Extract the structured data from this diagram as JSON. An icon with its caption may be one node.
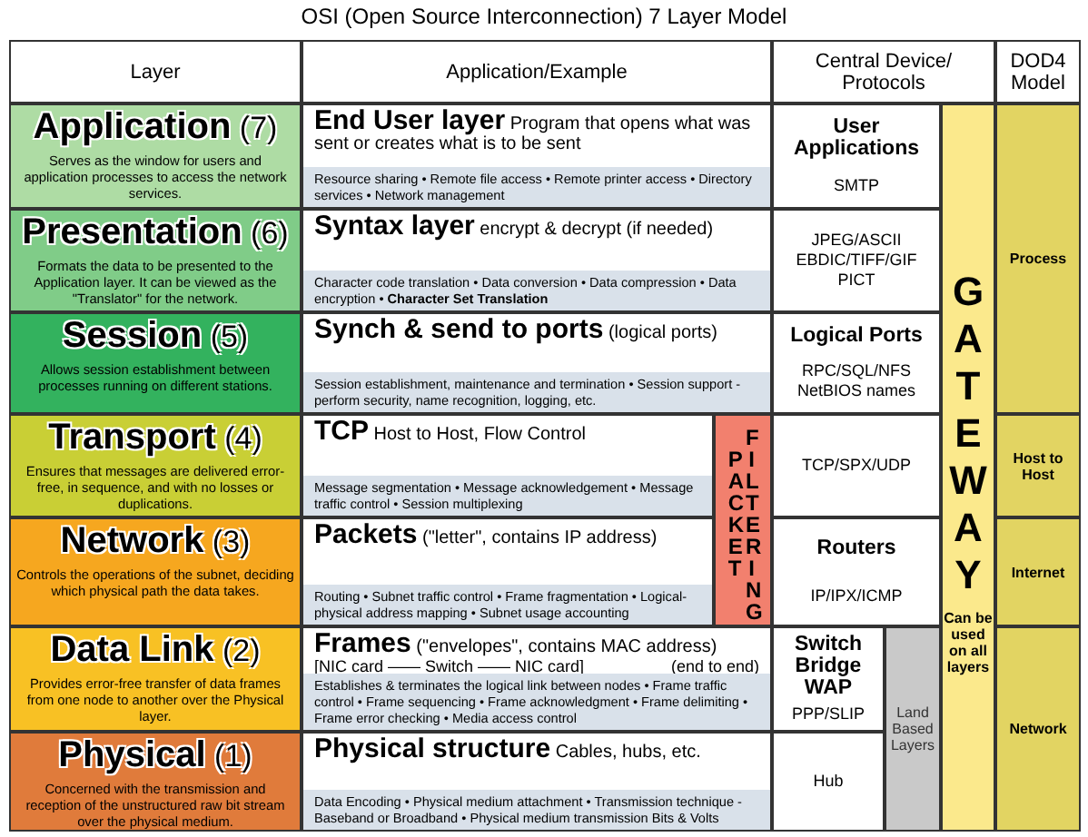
{
  "diagram": {
    "title": "OSI (Open Source Interconnection) 7 Layer Model",
    "nodes": [
      {
        "text": [
          "Layer"
        ]
      },
      {
        "text": [
          "Application/Example"
        ]
      },
      {
        "text": [
          "Central Device/ Protocols"
        ]
      },
      {
        "text": [
          "DOD4 Model"
        ]
      },
      {
        "text": [
          "**Application** (7)",
          "Serves as the window for users and application processes to access the network services."
        ]
      },
      {
        "text": [
          "**End User layer** Program that opens what was sent or creates what is to be sent",
          "Resource sharing • Remote file access • Remote printer access • Directory services • Network management"
        ]
      },
      {
        "text": [
          "User Applications",
          "SMTP"
        ]
      },
      {
        "text": [
          "GATEWAY",
          "Can be used on all layers"
        ]
      },
      {
        "text": [
          "Process"
        ]
      },
      {
        "text": [
          "**Presentation** (6)",
          "Formats the data to be presented to the Application layer. It can be viewed as the \"Translator\" for the network."
        ]
      },
      {
        "text": [
          "**Syntax layer** encrypt & decrypt (if needed)",
          "Character code translation • Data conversion • Data compression • Data encryption • **Character Set Translation**"
        ]
      },
      {
        "text": [
          "JPEG/ASCII EBDIC/TIFF/GIF PICT"
        ]
      },
      {
        "text": [
          "**Session** (5)",
          "Allows session establishment between processes running on different stations."
        ]
      },
      {
        "text": [
          "**Synch & send to ports** (logical ports)",
          "Session establishment, maintenance and termination • Session support - perform security, name recognition, logging, etc."
        ]
      },
      {
        "text": [
          "Logical Ports",
          "RPC/SQL/NFS NetBIOS names"
        ]
      },
      {
        "text": [
          "**Transport** (4)",
          "Ensures that messages are delivered error-free, in sequence, and with no losses or duplications."
        ]
      },
      {
        "text": [
          "**TCP** Host to Host, Flow Control",
          "Message segmentation • Message acknowledgement • Message traffic control • Session multiplexing"
        ]
      },
      {
        "text": [
          "PACKET",
          "FILTERING"
        ]
      },
      {
        "text": [
          "TCP/SPX/UDP"
        ]
      },
      {
        "text": [
          "Host to Host"
        ]
      },
      {
        "text": [
          "**Network** (3)",
          "Controls the operations of the subnet, deciding which physical path the data takes."
        ]
      },
      {
        "text": [
          "**Packets** (\"letter\", contains IP address)",
          "Routing • Subnet traffic control • Frame fragmentation • Logical-physical address mapping • Subnet usage accounting"
        ]
      },
      {
        "text": [
          "Routers",
          "IP/IPX/ICMP"
        ]
      },
      {
        "text": [
          "Internet"
        ]
      },
      {
        "text": [
          "**Data Link** (2)",
          "Provides error-free transfer of data frames from one node to another over the Physical layer."
        ]
      },
      {
        "text": [
          "**Frames** (\"envelopes\", contains MAC address)",
          "[NIC card —— Switch —— NIC card]",
          "(end to end)",
          "Establishes & terminates the logical link between nodes • Frame traffic control • Frame sequencing • Frame acknowledgment • Frame delimiting • Frame error checking • Media access control"
        ]
      },
      {
        "text": [
          "Switch Bridge WAP",
          "PPP/SLIP"
        ]
      },
      {
        "text": [
          "Land Based Layers"
        ]
      },
      {
        "text": [
          "Network"
        ]
      },
      {
        "text": [
          "**Physical** (1)",
          "Concerned with the transmission and reception of the unstructured raw bit stream over the physical medium."
        ]
      },
      {
        "text": [
          "**Physical structure** Cables, hubs, etc.",
          "Data Encoding • Physical medium attachment • Transmission technique - Baseband or Broadband • Physical medium transmission Bits & Volts"
        ]
      },
      {
        "text": [
          "Hub"
        ]
      }
    ]
  }
}
